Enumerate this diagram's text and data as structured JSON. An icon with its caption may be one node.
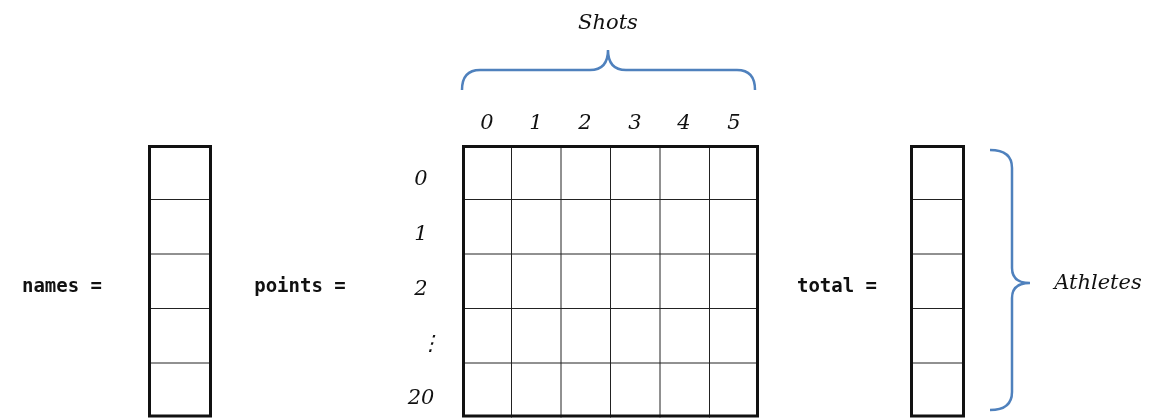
{
  "diagram": {
    "nodes": [
      {
        "text": [],
        "shape": "box"
      },
      {
        "text": [],
        "shape": "box"
      },
      {
        "text": [],
        "shape": "box"
      }
    ],
    "edges": [],
    "labels": [
      "Shots",
      "0",
      "1",
      "2",
      "3",
      "4",
      "5",
      "names =",
      "points =",
      "0",
      "1",
      "2",
      "⋮",
      "20",
      "total =",
      "Athletes"
    ]
  }
}
